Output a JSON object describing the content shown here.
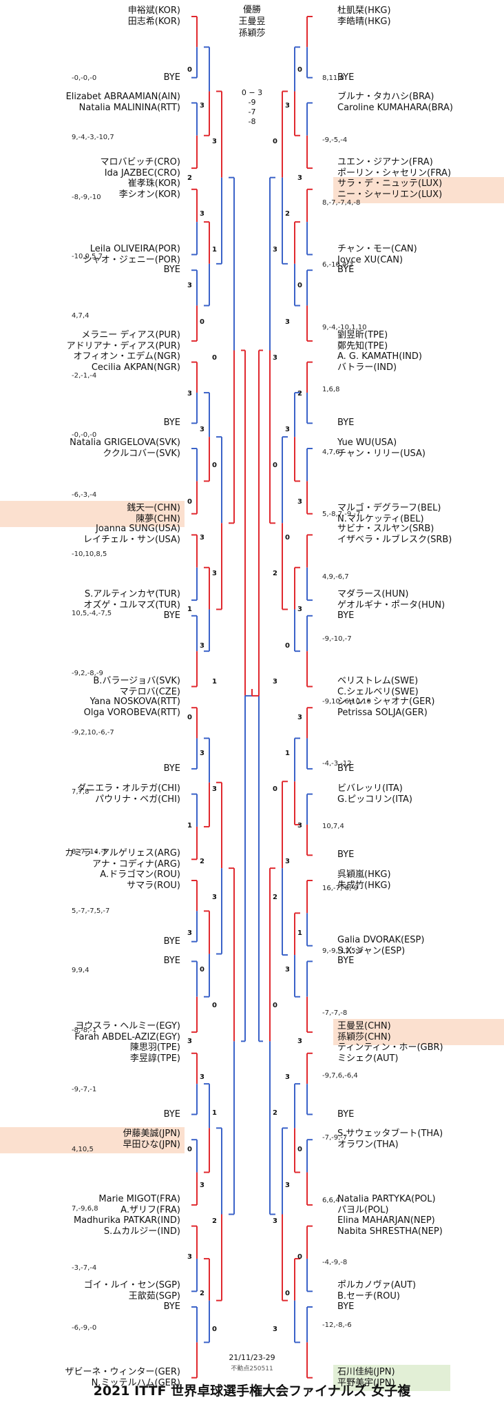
{
  "header": {
    "champion_label": "優勝",
    "champion_1": "王曼昱",
    "champion_2": "孫穎莎",
    "final_result": "0 − 3",
    "final_scores": [
      "-9",
      "-7",
      "-8"
    ]
  },
  "footer": {
    "dates": "21/11/23-29",
    "note": "不動点250511",
    "title": "2021 ITTF 世界卓球選手権大会ファイナルズ 女子複"
  },
  "colors": {
    "win": "#e0282e",
    "lose": "#3a62c8",
    "highlight_pink": "#fbe0cf",
    "highlight_green": "#e2efd6"
  },
  "left": [
    {
      "a": "申裕斌(KOR)",
      "b": "田志希(KOR)"
    },
    {
      "a": "BYE",
      "b": ""
    },
    {
      "a": "Elizabet ABRAAMIAN(AIN)",
      "b": "Natalia MALININA(RTT)"
    },
    {
      "a": "マロバビッチ(CRO)",
      "b": "Ida JAZBEC(CRO)"
    },
    {
      "a": "崔孝珠(KOR)",
      "b": "李シオン(KOR)"
    },
    {
      "a": "Leila OLIVEIRA(POR)",
      "b": "シャオ・ジェニー(POR)"
    },
    {
      "a": "BYE",
      "b": ""
    },
    {
      "a": "メラニー ディアス(PUR)",
      "b": "アドリアナ・ディアス(PUR)"
    },
    {
      "a": "オフィオン・エデム(NGR)",
      "b": "Cecilia AKPAN(NGR)"
    },
    {
      "a": "BYE",
      "b": ""
    },
    {
      "a": "Natalia GRIGELOVA(SVK)",
      "b": "ククルコバー(SVK)"
    },
    {
      "a": "銭天一(CHN)",
      "b": "陳夢(CHN)"
    },
    {
      "a": "Joanna SUNG(USA)",
      "b": "レイチェル・サン(USA)"
    },
    {
      "a": "S.アルティンカヤ(TUR)",
      "b": "オズゲ・ユルマズ(TUR)"
    },
    {
      "a": "BYE",
      "b": ""
    },
    {
      "a": "B.バラージョバ(SVK)",
      "b": "マテロバ(CZE)"
    },
    {
      "a": "Yana NOSKOVA(RTT)",
      "b": "Olga VOROBEVA(RTT)"
    },
    {
      "a": "BYE",
      "b": ""
    },
    {
      "a": "ダニエラ・オルテガ(CHI)",
      "b": "パウリナ・ベガ(CHI)"
    },
    {
      "a": "カミラ・アルゲリェス(ARG)",
      "b": "アナ・コディナ(ARG)"
    },
    {
      "a": "A.ドラゴマン(ROU)",
      "b": "サマラ(ROU)"
    },
    {
      "a": "BYE",
      "b": ""
    },
    {
      "a": "BYE",
      "b": ""
    },
    {
      "a": "ヨウスラ・ヘルミー(EGY)",
      "b": "Farah ABDEL-AZIZ(EGY)"
    },
    {
      "a": "陳思羽(TPE)",
      "b": "李昱諄(TPE)"
    },
    {
      "a": "BYE",
      "b": ""
    },
    {
      "a": "伊藤美誠(JPN)",
      "b": "早田ひな(JPN)"
    },
    {
      "a": "Marie MIGOT(FRA)",
      "b": "A.ザリフ(FRA)"
    },
    {
      "a": "Madhurika PATKAR(IND)",
      "b": "S.ムカルジー(IND)"
    },
    {
      "a": "ゴイ・ルイ・セン(SGP)",
      "b": "王歆茹(SGP)"
    },
    {
      "a": "BYE",
      "b": ""
    },
    {
      "a": "ザビーネ・ウィンター(GER)",
      "b": "N.ミッテルハム(GER)"
    }
  ],
  "right": [
    {
      "a": "杜凱栞(HKG)",
      "b": "李皓晴(HKG)"
    },
    {
      "a": "BYE",
      "b": ""
    },
    {
      "a": "ブルナ・タカハシ(BRA)",
      "b": "Caroline KUMAHARA(BRA)"
    },
    {
      "a": "ユエン・ジアナン(FRA)",
      "b": "ポーリン・シャセリン(FRA)"
    },
    {
      "a": "サラ・デ・ニュッテ(LUX)",
      "b": "ニー・シャーリエン(LUX)"
    },
    {
      "a": "チャン・モー(CAN)",
      "b": "Joyce XU(CAN)"
    },
    {
      "a": "BYE",
      "b": ""
    },
    {
      "a": "劉昱昕(TPE)",
      "b": "鄭先知(TPE)"
    },
    {
      "a": "A. G. KAMATH(IND)",
      "b": "バトラー(IND)"
    },
    {
      "a": "BYE",
      "b": ""
    },
    {
      "a": "Yue WU(USA)",
      "b": "チャン・リリー(USA)"
    },
    {
      "a": "マルゴ・デグラーフ(BEL)",
      "b": "N.マルケッティ(BEL)"
    },
    {
      "a": "サビナ・スルヤン(SRB)",
      "b": "イザベラ・ルブレスク(SRB)"
    },
    {
      "a": "マダラース(HUN)",
      "b": "ゲオルギナ・ポータ(HUN)"
    },
    {
      "a": "BYE",
      "b": ""
    },
    {
      "a": "ベリストレム(SWE)",
      "b": "C.シェルベリ(SWE)"
    },
    {
      "a": "シャン・シャオナ(GER)",
      "b": "Petrissa SOLJA(GER)"
    },
    {
      "a": "BYE",
      "b": ""
    },
    {
      "a": "ビバレッリ(ITA)",
      "b": "G.ピッコリン(ITA)"
    },
    {
      "a": "BYE",
      "b": ""
    },
    {
      "a": "呉穎嵐(HKG)",
      "b": "朱成竹(HKG)"
    },
    {
      "a": "Galia DVORAK(ESP)",
      "b": "S.X.ジャン(ESP)"
    },
    {
      "a": "BYE",
      "b": ""
    },
    {
      "a": "王曼昱(CHN)",
      "b": "孫穎莎(CHN)"
    },
    {
      "a": "ティンティン・ホー(GBR)",
      "b": "ミシェク(AUT)"
    },
    {
      "a": "BYE",
      "b": ""
    },
    {
      "a": "S.サウェッタブート(THA)",
      "b": "オラワン(THA)"
    },
    {
      "a": "Natalia PARTYKA(POL)",
      "b": "パヨル(POL)"
    },
    {
      "a": "Elina MAHARJAN(NEP)",
      "b": "Nabita SHRESTHA(NEP)"
    },
    {
      "a": "ポルカノヴァ(AUT)",
      "b": "B.セーチ(ROU)"
    },
    {
      "a": "BYE",
      "b": ""
    },
    {
      "a": "石川佳純(JPN)",
      "b": "平野美宇(JPN)"
    }
  ],
  "scores_left": [
    "-0,-0,-0",
    "9,-4,-3,-10,7",
    "-8,-9,-10",
    "-10,0,5,7",
    "4,7,4",
    "-2,-1,-4",
    "-0,-0,-0",
    "-6,-3,-4",
    "-10,10,8,5",
    "10,5,-4,-7,5",
    "-9,2,-8,-9",
    "-9,2,10,-6,-7",
    "7,7,8",
    "8,-7,-14,-5",
    "5,-7,-7,5,-7",
    "9,9,4",
    "-8,-8,-1",
    "-9,-7,-1",
    "4,10,5",
    "7,-9,6,8",
    "-3,-7,-4",
    "-6,-9,-0"
  ],
  "scores_right": [
    "8,11,8",
    "-9,-5,-4",
    "8,-7,-7,4,-8",
    "6,-10,4,3",
    "9,-4,-10,1,10",
    "1,6,8",
    "4,7,6",
    "5,-8,7,-9,-7",
    "4,9,-6,7",
    "-9,-10,-7",
    "-9,10,-6,10,10",
    "-4,-3,-12",
    "10,7,4",
    "16,-7,-6,-9",
    "9,-9,-11,5,8",
    "-7,-7,-8",
    "-9,7,6,-6,4",
    "-7,-9,-7",
    "6,6,4",
    "-4,-9,-8",
    "-12,-8,-6"
  ],
  "games_left": [
    "0",
    "3",
    "3",
    "2",
    "3",
    "1",
    "3",
    "0",
    "0",
    "3",
    "3",
    "0",
    "0",
    "3",
    "3",
    "1",
    "3",
    "1",
    "0",
    "3",
    "3",
    "1",
    "2",
    "3",
    "3",
    "0",
    "0",
    "3",
    "3",
    "1",
    "0",
    "3",
    "2",
    "3",
    "2",
    "0"
  ],
  "games_right": [
    "0",
    "3",
    "0",
    "3",
    "2",
    "3",
    "0",
    "3",
    "3",
    "2",
    "3",
    "0",
    "3",
    "0",
    "2",
    "3",
    "0",
    "3",
    "3",
    "1",
    "0",
    "3",
    "3",
    "2",
    "1",
    "3",
    "0",
    "3",
    "3",
    "2",
    "0",
    "3",
    "3",
    "0",
    "0",
    "3"
  ]
}
